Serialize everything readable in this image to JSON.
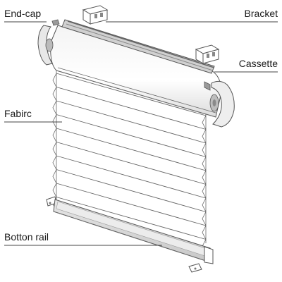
{
  "labels": {
    "end_cap": "End-cap",
    "bracket": "Bracket",
    "cassette": "Cassette",
    "fabric": "Fabirc",
    "bottom_rail": "Botton rail"
  },
  "colors": {
    "line": "#555555",
    "shade": "#d9d9d9",
    "dark": "#6e6e6e",
    "text": "#1a1a1a"
  }
}
